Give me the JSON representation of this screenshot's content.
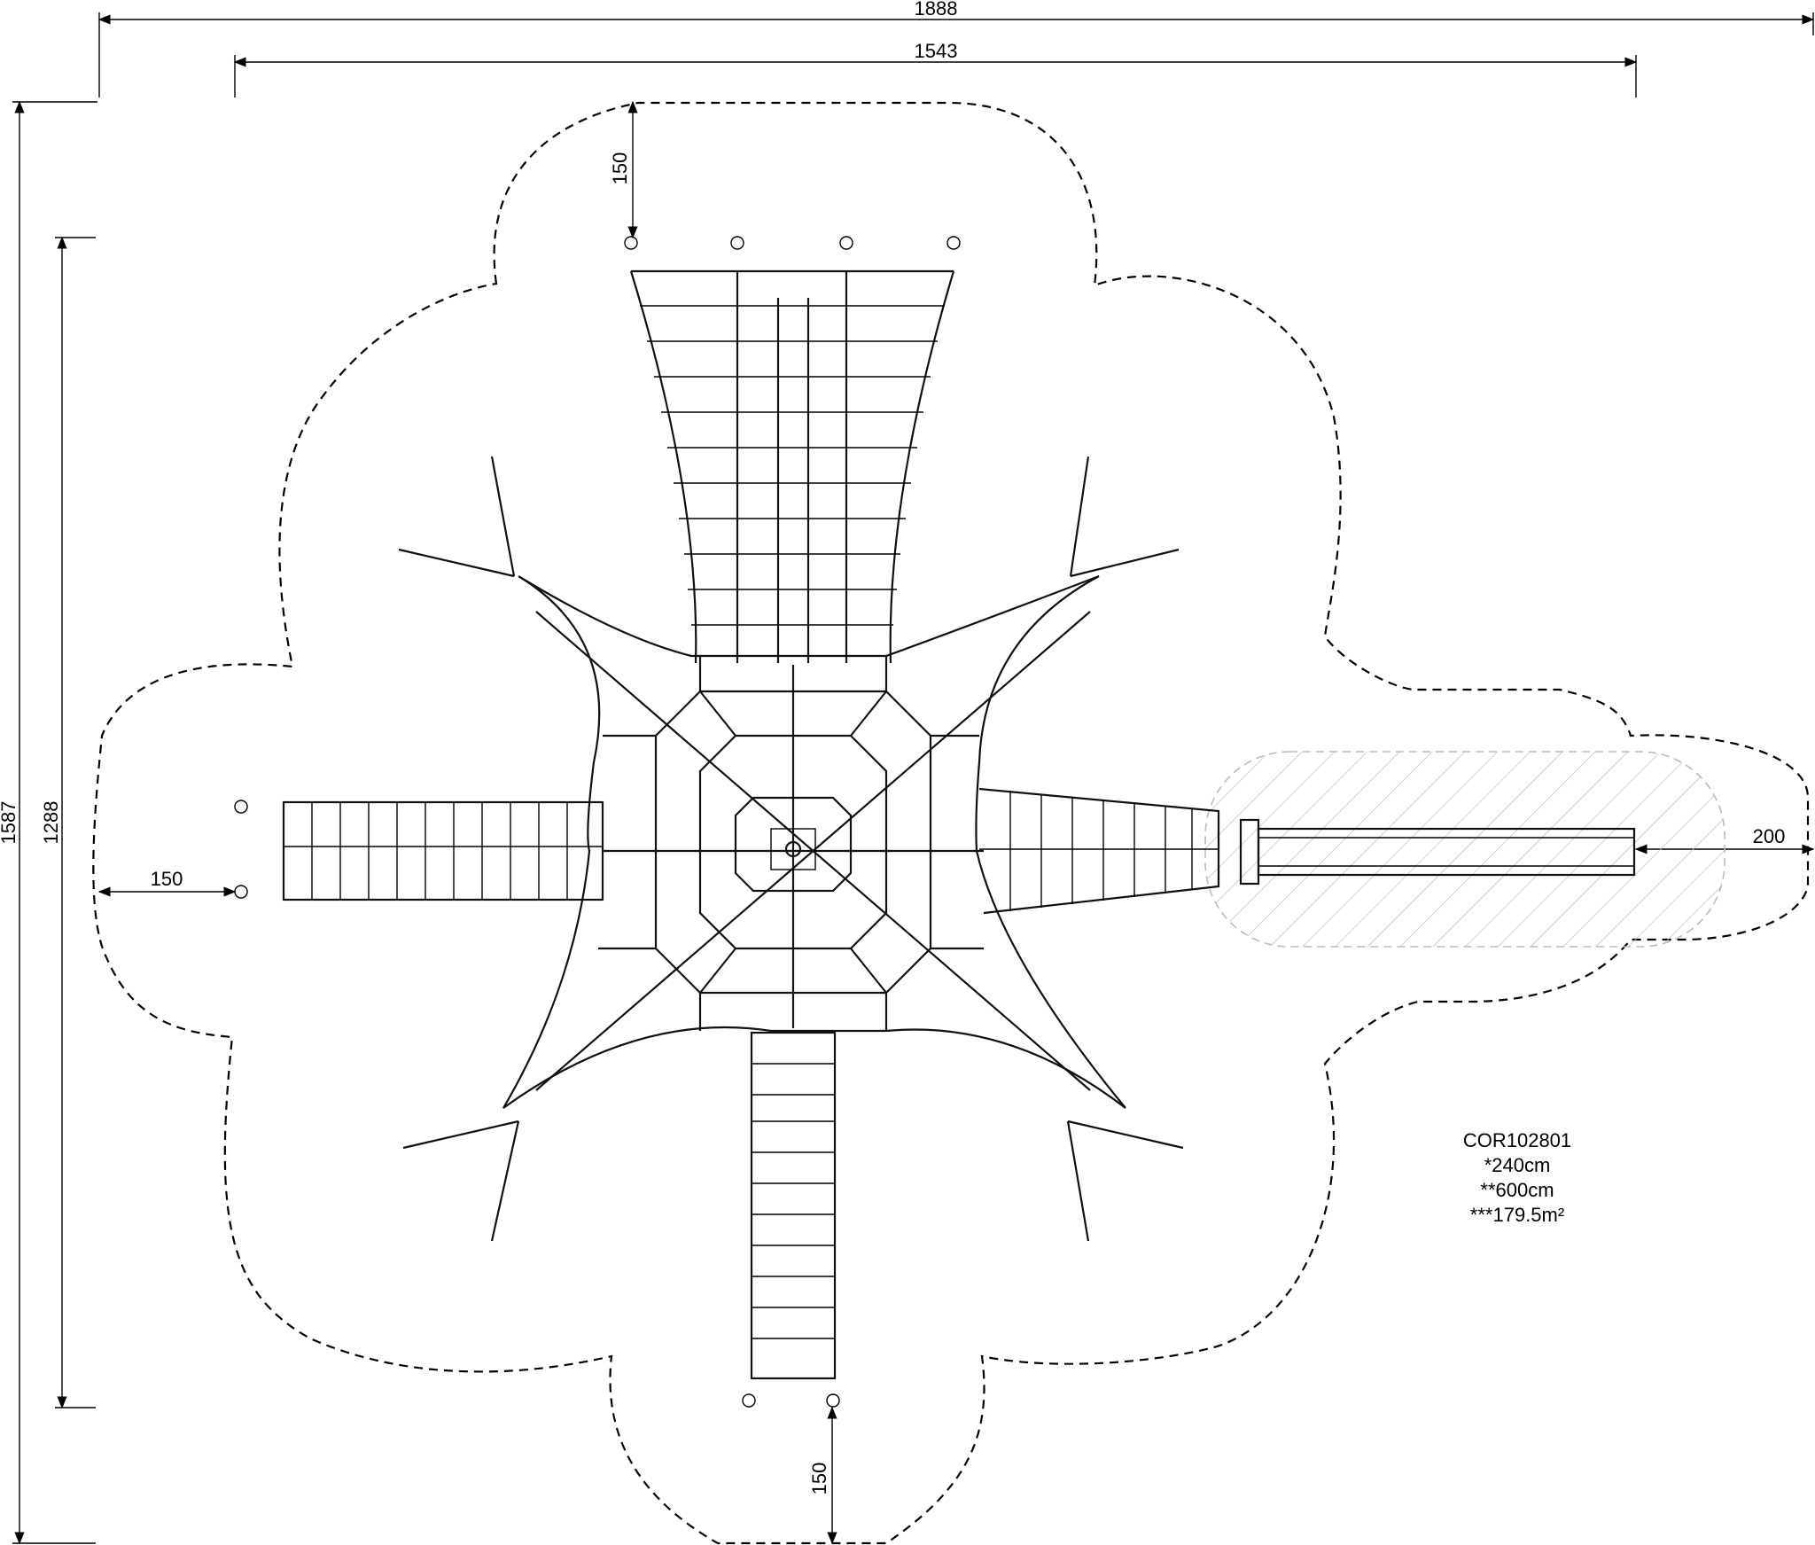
{
  "dimensions": {
    "overall_width": "1888",
    "equipment_width": "1543",
    "overall_height": "1587",
    "equipment_height": "1288",
    "clearance_top": "150",
    "clearance_left": "150",
    "clearance_bottom": "150",
    "clearance_right": "200"
  },
  "specs": {
    "product_code": "COR102801",
    "height": "*240cm",
    "length": "**600cm",
    "area": "***179.5m²"
  }
}
